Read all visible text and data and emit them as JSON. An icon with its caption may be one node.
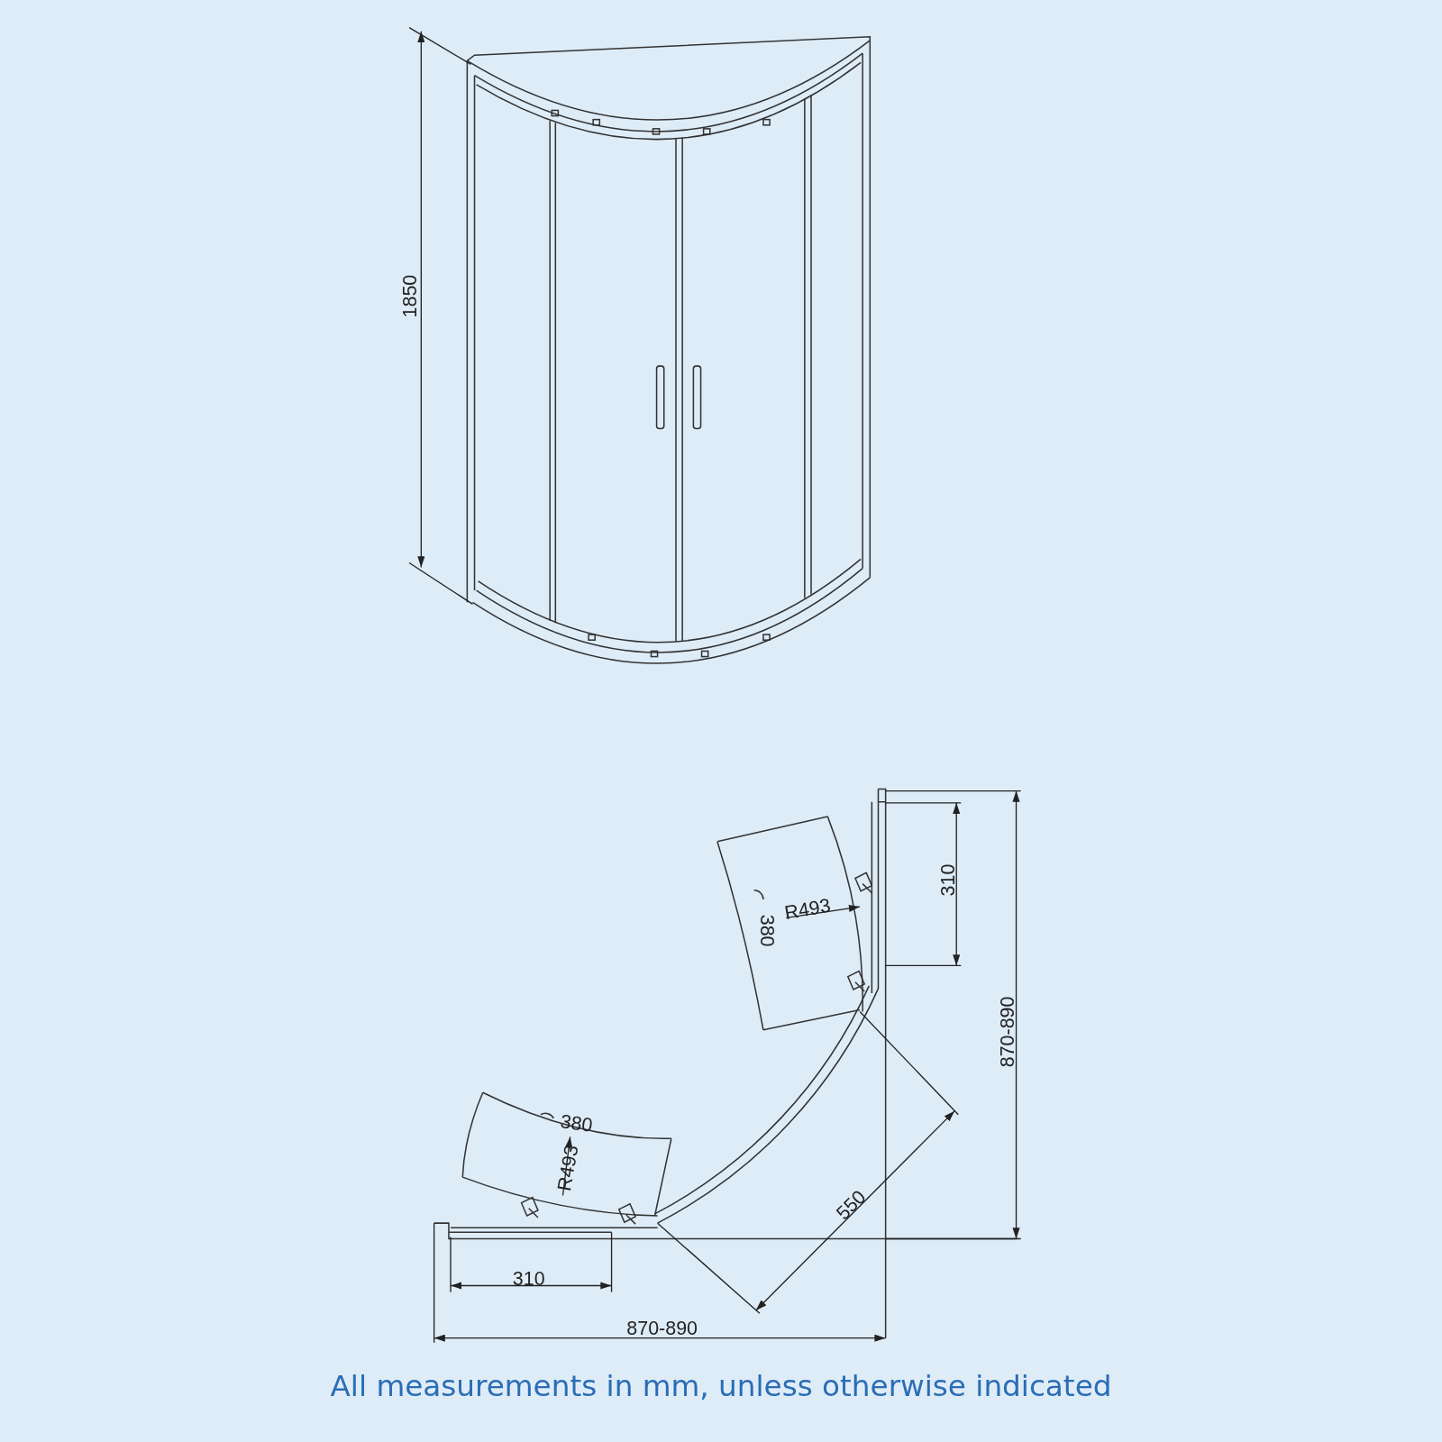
{
  "diagram": {
    "caption": "All measurements in mm, unless otherwise indicated",
    "labels": [
      "1850",
      "310",
      "R493",
      "380",
      "870-890",
      "380",
      "R493",
      "550",
      "310",
      "870-890"
    ]
  }
}
